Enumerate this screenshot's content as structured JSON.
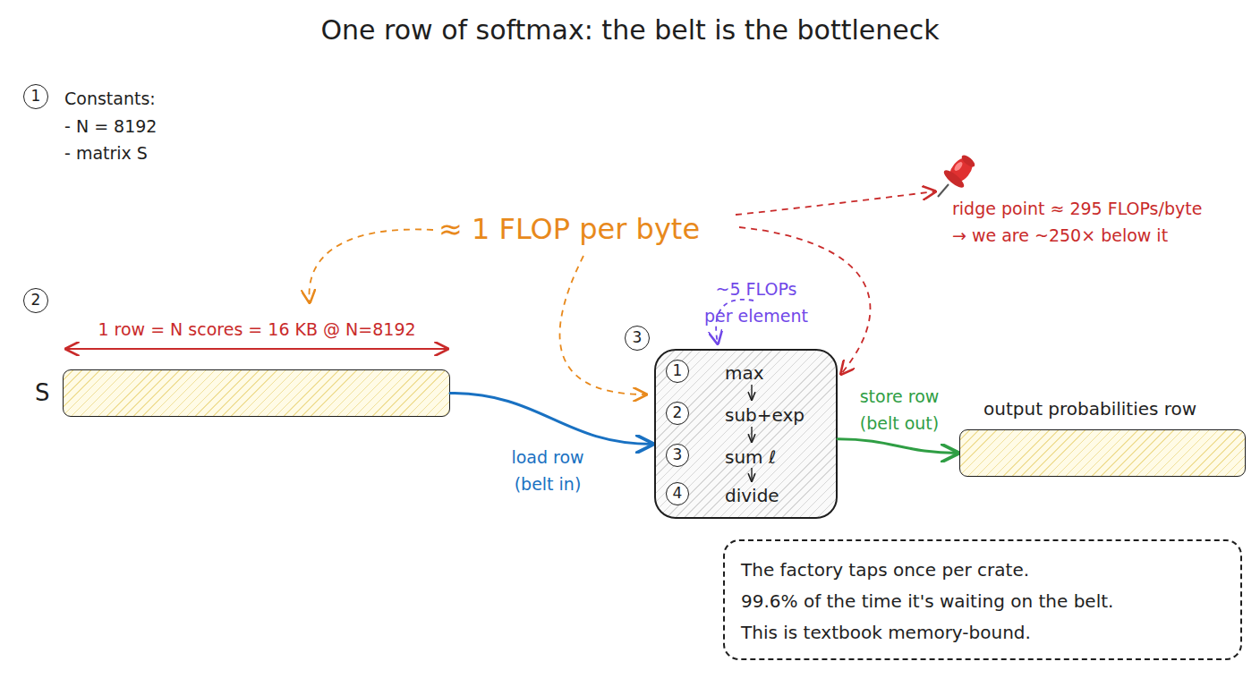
{
  "diagram": {
    "title": "One row of softmax: the belt is the bottleneck",
    "nodes": [
      {
        "text": [
          "S"
        ]
      },
      {
        "text": [
          "max",
          "sub+exp",
          "sum ℓ",
          "divide"
        ]
      },
      {
        "text": [
          "output probabilities row"
        ]
      },
      {
        "text": [
          "The factory taps once per crate.",
          "99.6% of the time it's waiting on the belt.",
          "This is textbook memory-bound."
        ]
      }
    ],
    "edges": [
      {
        "from": 0,
        "to": 1,
        "label": "load row (belt in)",
        "arrow": "to"
      },
      {
        "from": 1,
        "to": 2,
        "label": "store row (belt out)",
        "arrow": "to"
      }
    ],
    "labels": [
      "1",
      "Constants:",
      "- N = 8192",
      "- matrix S",
      "2",
      "1 row = N scores = 16 KB @ N=8192",
      "≈ 1 FLOP per byte",
      "ridge point ≈ 295 FLOPs/byte",
      "→ we are ~250× below it",
      "~5 FLOPs per element",
      "3",
      "1",
      "2",
      "3",
      "4"
    ]
  }
}
